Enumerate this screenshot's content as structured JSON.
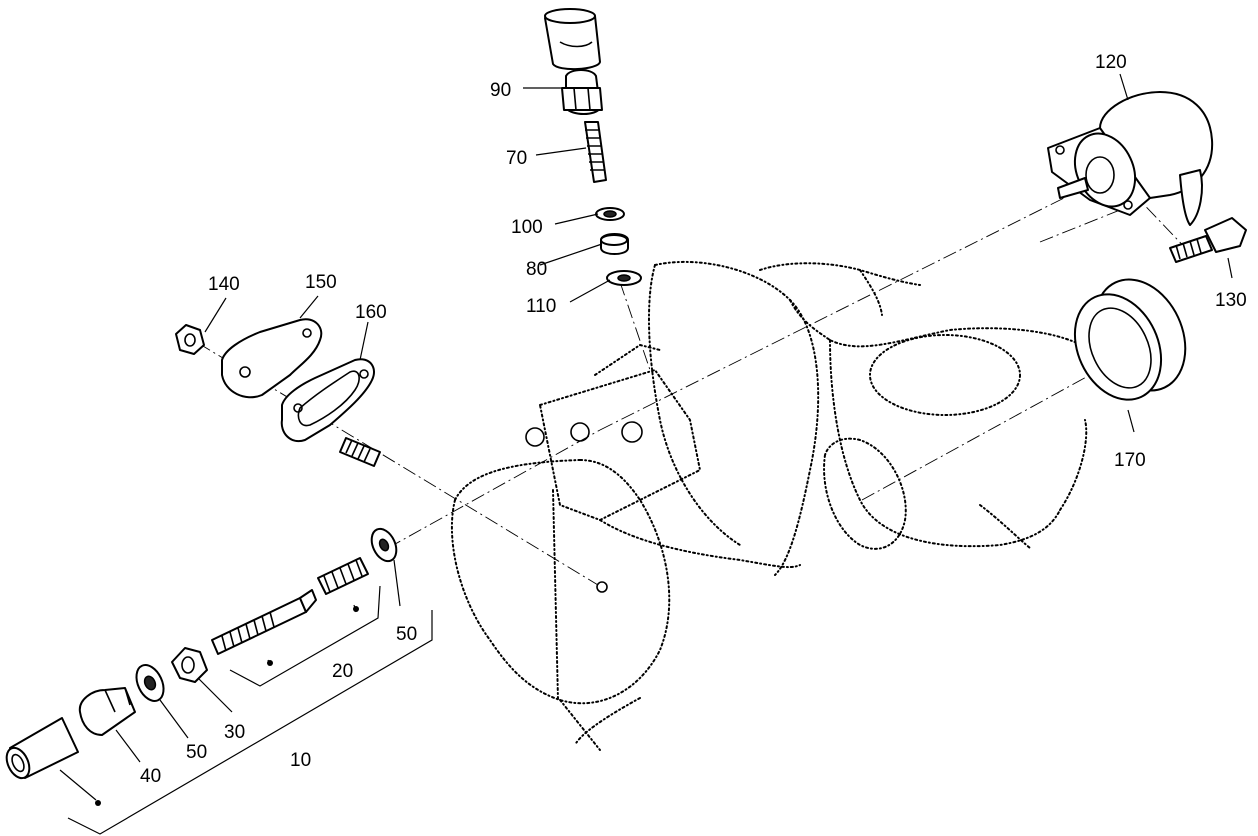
{
  "callouts": {
    "c10": "10",
    "c20": "20",
    "c30": "30",
    "c40": "40",
    "c50a": "50",
    "c50b": "50",
    "c70": "70",
    "c80": "80",
    "c90": "90",
    "c100": "100",
    "c110": "110",
    "c120": "120",
    "c130": "130",
    "c140": "140",
    "c150": "150",
    "c160": "160",
    "c170": "170"
  }
}
